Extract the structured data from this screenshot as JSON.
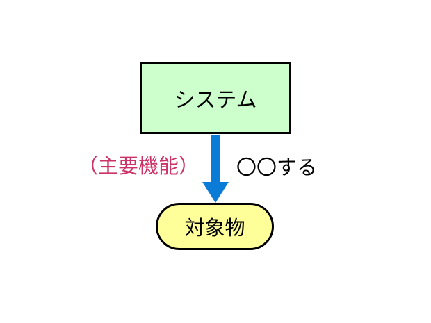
{
  "diagram": {
    "system_label": "システム",
    "function_label": "（主要機能）",
    "action_label": "〇〇する",
    "target_label": "対象物"
  },
  "colors": {
    "system_fill": "#ccffcc",
    "target_fill": "#ffff99",
    "arrow": "#0a7bd6",
    "function_text": "#cc3366",
    "border": "#000000"
  }
}
